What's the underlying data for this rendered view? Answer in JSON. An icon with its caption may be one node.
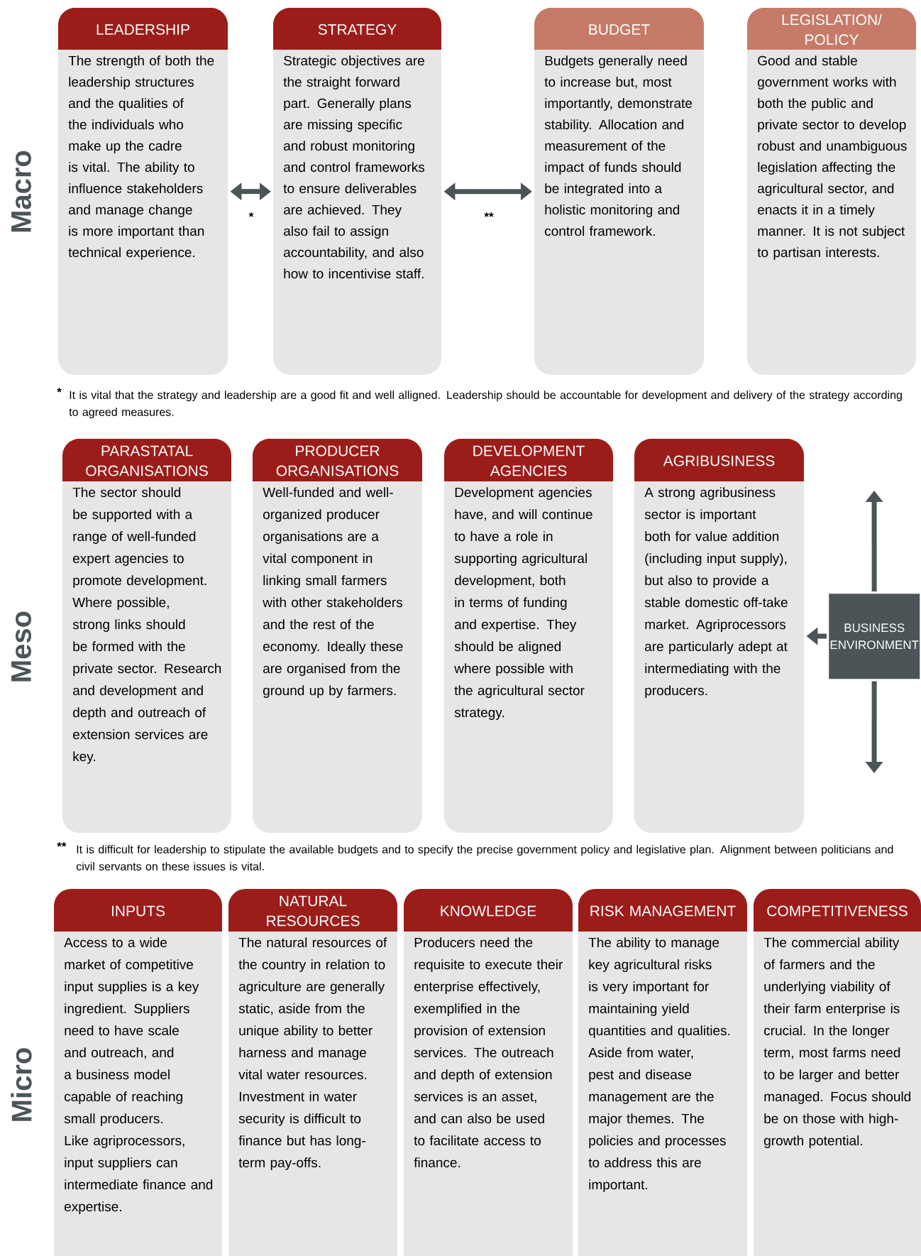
{
  "diagram": {
    "nodes": [
      {
        "text": [
          "LEADERSHIP",
          "The strength of both the leadership structures and the qualities of the individuals who make up the cadre is vital. The ability to influence stakeholders and manage change is more important than technical experience."
        ]
      },
      {
        "text": [
          "STRATEGY",
          "Strategic objectives are the straight forward part. Generally plans are missing specific and robust monitoring and control frameworks to ensure deliverables are achieved. They also fail to assign accountability, and also how to incentivise staff."
        ]
      },
      {
        "text": [
          "BUDGET",
          "Budgets generally need to increase but, most importantly, demonstrate stability. Allocation and measurement of the impact of funds should be integrated into a holistic monitoring and control framework."
        ]
      },
      {
        "text": [
          "LEGISLATION/ POLICY",
          "Good and stable government works with both the public and private sector to develop robust and unambiguous legislation affecting the agricultural sector, and enacts it in a timely manner. It is not subject to partisan interests."
        ]
      },
      {
        "text": [
          "PARASTATAL ORGANISATIONS",
          "The sector should be supported with a range of well-funded expert agencies to promote development. Where possible, strong links should be formed with the private sector. Research and development and depth and outreach of extension services are key."
        ]
      },
      {
        "text": [
          "PRODUCER ORGANISATIONS",
          "Well-funded and well-organized producer organisations are a vital component in linking small farmers with other stakeholders and the rest of the economy. Ideally these are organised from the ground up by farmers."
        ]
      },
      {
        "text": [
          "DEVELOPMENT AGENCIES",
          "Development agencies have, and will continue to have a role in supporting agricultural development, both in terms of funding and expertise. They should be aligned where possible with the agricultural sector strategy."
        ]
      },
      {
        "text": [
          "AGRIBUSINESS",
          "A strong agribusiness sector is important both for value addition (including input supply), but also to provide a stable domestic off-take market. Agriprocessors are particularly adept at intermediating with the producers."
        ]
      },
      {
        "text": [
          "BUSINESS ENVIRONMENT"
        ]
      },
      {
        "text": [
          "INPUTS",
          "Access to a wide market of competitive input supplies is a key ingredient. Suppliers need to have scale and outreach, and a business model capable of reaching small producers. Like agriprocessors, input suppliers can intermediate finance and expertise."
        ]
      },
      {
        "text": [
          "NATURAL RESOURCES",
          "The natural resources of the country in relation to agriculture are generally static, aside from the unique ability to better harness and manage vital water resources. Investment in water security is difficult to finance but has long-term pay-offs."
        ]
      },
      {
        "text": [
          "KNOWLEDGE",
          "Producers need the requisite to execute their enterprise effectively, exemplified in the provision of extension services. The outreach and depth of extension services is an asset, and can also be used to facilitate access to finance."
        ]
      },
      {
        "text": [
          "RISK MANAGEMENT",
          "The ability to manage key agricultural risks is very important for maintaining yield quantities and qualities. Aside from water, pest and disease management are the major themes. The policies and processes to address this are important."
        ]
      },
      {
        "text": [
          "COMPETITIVENESS",
          "The commercial ability of farmers and the underlying viability of their farm enterprise is crucial. In the longer term, most farms need to be larger and better managed. Focus should be on those with high-growth potential."
        ]
      }
    ],
    "edges": [
      {
        "from": 0,
        "to": 1,
        "arrow": "both",
        "label": "*"
      },
      {
        "from": 1,
        "to": 2,
        "arrow": "both",
        "label": "**"
      },
      {
        "from": 8,
        "to": 7,
        "arrow": "to"
      },
      {
        "from": 8,
        "to": null,
        "arrow": "to"
      },
      {
        "from": 8,
        "to": null,
        "arrow": "to"
      }
    ],
    "labels": [
      "Macro",
      "*",
      "It is vital that the strategy and leadership are a good fit and well alligned. Leadership should be accountable for development and delivery of the strategy according to agreed measures.",
      "Meso",
      "**",
      "It is difficult for leadership to stipulate the available budgets and to specify the precise government policy and legislative plan. Alignment between politicians and civil servants on these issues is vital.",
      "Micro"
    ]
  }
}
